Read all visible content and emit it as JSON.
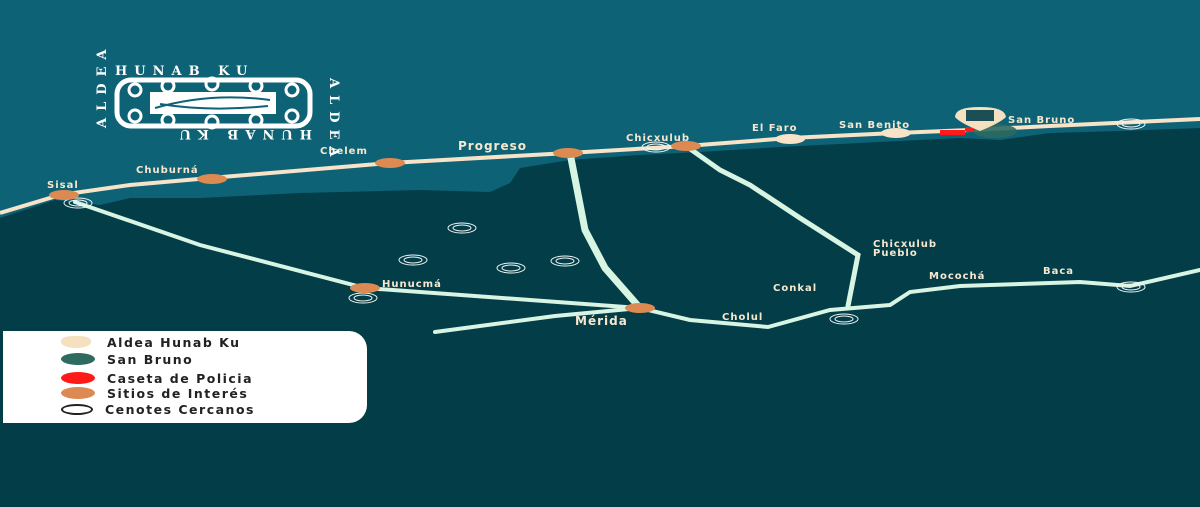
{
  "logo": {
    "top": "HUNAB KU",
    "bottom": "HUNAB KU",
    "left": "ALDEA",
    "right": "ALDEA"
  },
  "places": {
    "sisal": "Sisal",
    "chuburna": "Chuburná",
    "chelem": "Chelem",
    "progreso": "Progreso",
    "chicxulub": "Chicxulub",
    "el_faro": "El Faro",
    "san_benito": "San Benito",
    "san_bruno": "San Bruno",
    "hunucma": "Hunucmá",
    "merida": "Mérida",
    "cholul": "Cholul",
    "conkal": "Conkal",
    "chicxulub_pueblo_1": "Chicxulub",
    "chicxulub_pueblo_2": "Pueblo",
    "mococha": "Mocochá",
    "baca": "Baca"
  },
  "legend": [
    {
      "label": "Aldea Hunab Ku",
      "icon": "aldea-marker-icon",
      "color": "#f5e0c0"
    },
    {
      "label": "San Bruno",
      "icon": "san-bruno-dot-icon",
      "color": "#2e6a60"
    },
    {
      "label": "Caseta de Policia",
      "icon": "police-dot-icon",
      "color": "#ff1a1a"
    },
    {
      "label": "Sitios de Interés",
      "icon": "site-dot-icon",
      "color": "#dc8a52"
    },
    {
      "label": "Cenotes Cercanos",
      "icon": "cenote-icon",
      "color": "#222222"
    }
  ],
  "colors": {
    "sea": "#0e6276",
    "land": "#033d48",
    "road": "#d8f5e3",
    "coast_road": "#f7e3c8"
  }
}
